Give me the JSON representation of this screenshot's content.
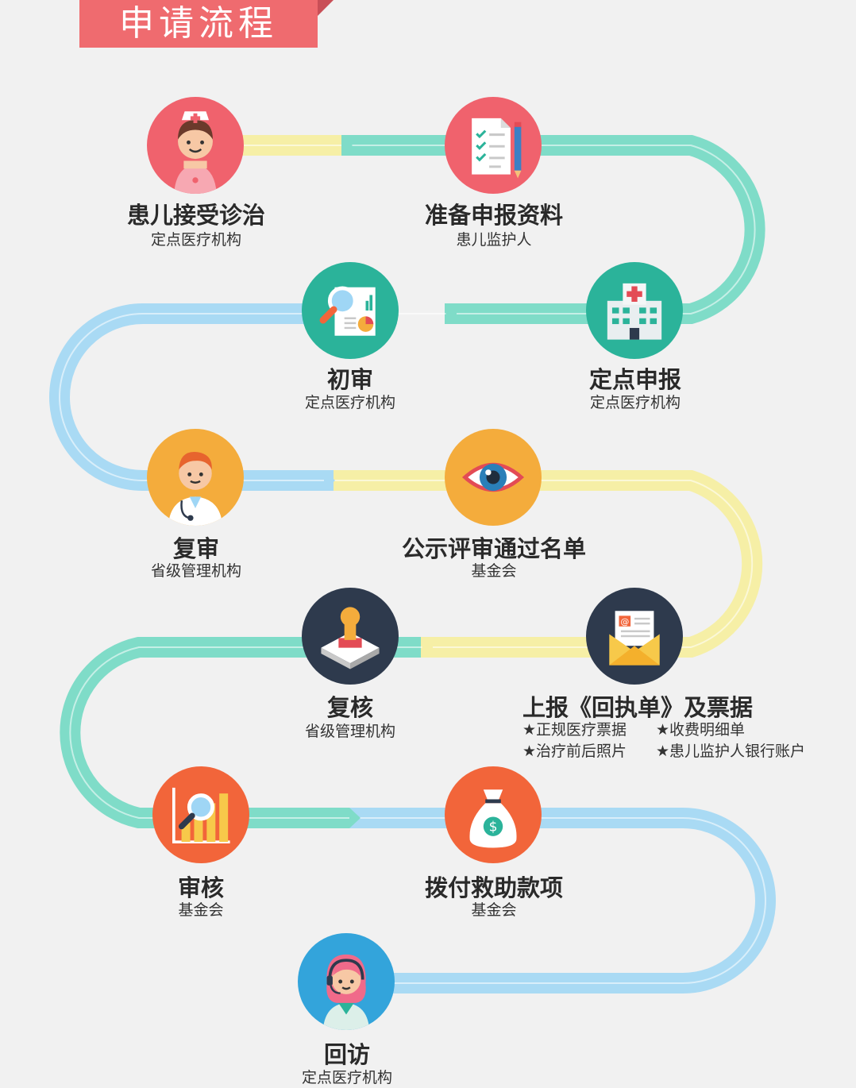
{
  "header": {
    "title": "申请流程"
  },
  "colors": {
    "background": "#f1f1f1",
    "banner": "#ef6b6f",
    "path_teal": "#6fd9c3",
    "path_blue": "#9fd6f5",
    "path_yellow": "#f6efa6",
    "circle_red": "#f0626d",
    "circle_teal": "#2bb39a",
    "circle_orange": "#f4ac3c",
    "circle_navy": "#2e3a4d",
    "circle_orange_red": "#f2653a",
    "circle_blue": "#33a4db"
  },
  "steps": [
    {
      "id": "1",
      "title": "患儿接受诊治",
      "subtitle": "定点医疗机构",
      "icon": "nurse-icon",
      "color": "#f0626d"
    },
    {
      "id": "2",
      "title": "准备申报资料",
      "subtitle": "患儿监护人",
      "icon": "document-checklist-icon",
      "color": "#f0626d"
    },
    {
      "id": "3",
      "title": "定点申报",
      "subtitle": "定点医疗机构",
      "icon": "hospital-icon",
      "color": "#2bb39a"
    },
    {
      "id": "4",
      "title": "初审",
      "subtitle": "定点医疗机构",
      "icon": "magnifier-report-icon",
      "color": "#2bb39a"
    },
    {
      "id": "5",
      "title": "复审",
      "subtitle": "省级管理机构",
      "icon": "doctor-icon",
      "color": "#f4ac3c"
    },
    {
      "id": "6",
      "title": "公示评审通过名单",
      "subtitle": "基金会",
      "icon": "eye-icon",
      "color": "#f4ac3c"
    },
    {
      "id": "7",
      "title": "上报《回执单》及票据",
      "subtitle": "",
      "icon": "mail-envelope-icon",
      "color": "#2e3a4d"
    },
    {
      "id": "8",
      "title": "复核",
      "subtitle": "省级管理机构",
      "icon": "stamp-icon",
      "color": "#2e3a4d"
    },
    {
      "id": "9",
      "title": "审核",
      "subtitle": "基金会",
      "icon": "chart-magnifier-icon",
      "color": "#f2653a"
    },
    {
      "id": "10",
      "title": "拨付救助款项",
      "subtitle": "基金会",
      "icon": "money-bag-icon",
      "color": "#f2653a"
    },
    {
      "id": "11",
      "title": "回访",
      "subtitle": "定点医疗机构",
      "icon": "customer-service-icon",
      "color": "#33a4db"
    }
  ],
  "receipt_notes": [
    "★正规医疗票据",
    "★收费明细单",
    "★治疗前后照片",
    "★患儿监护人银行账户"
  ]
}
